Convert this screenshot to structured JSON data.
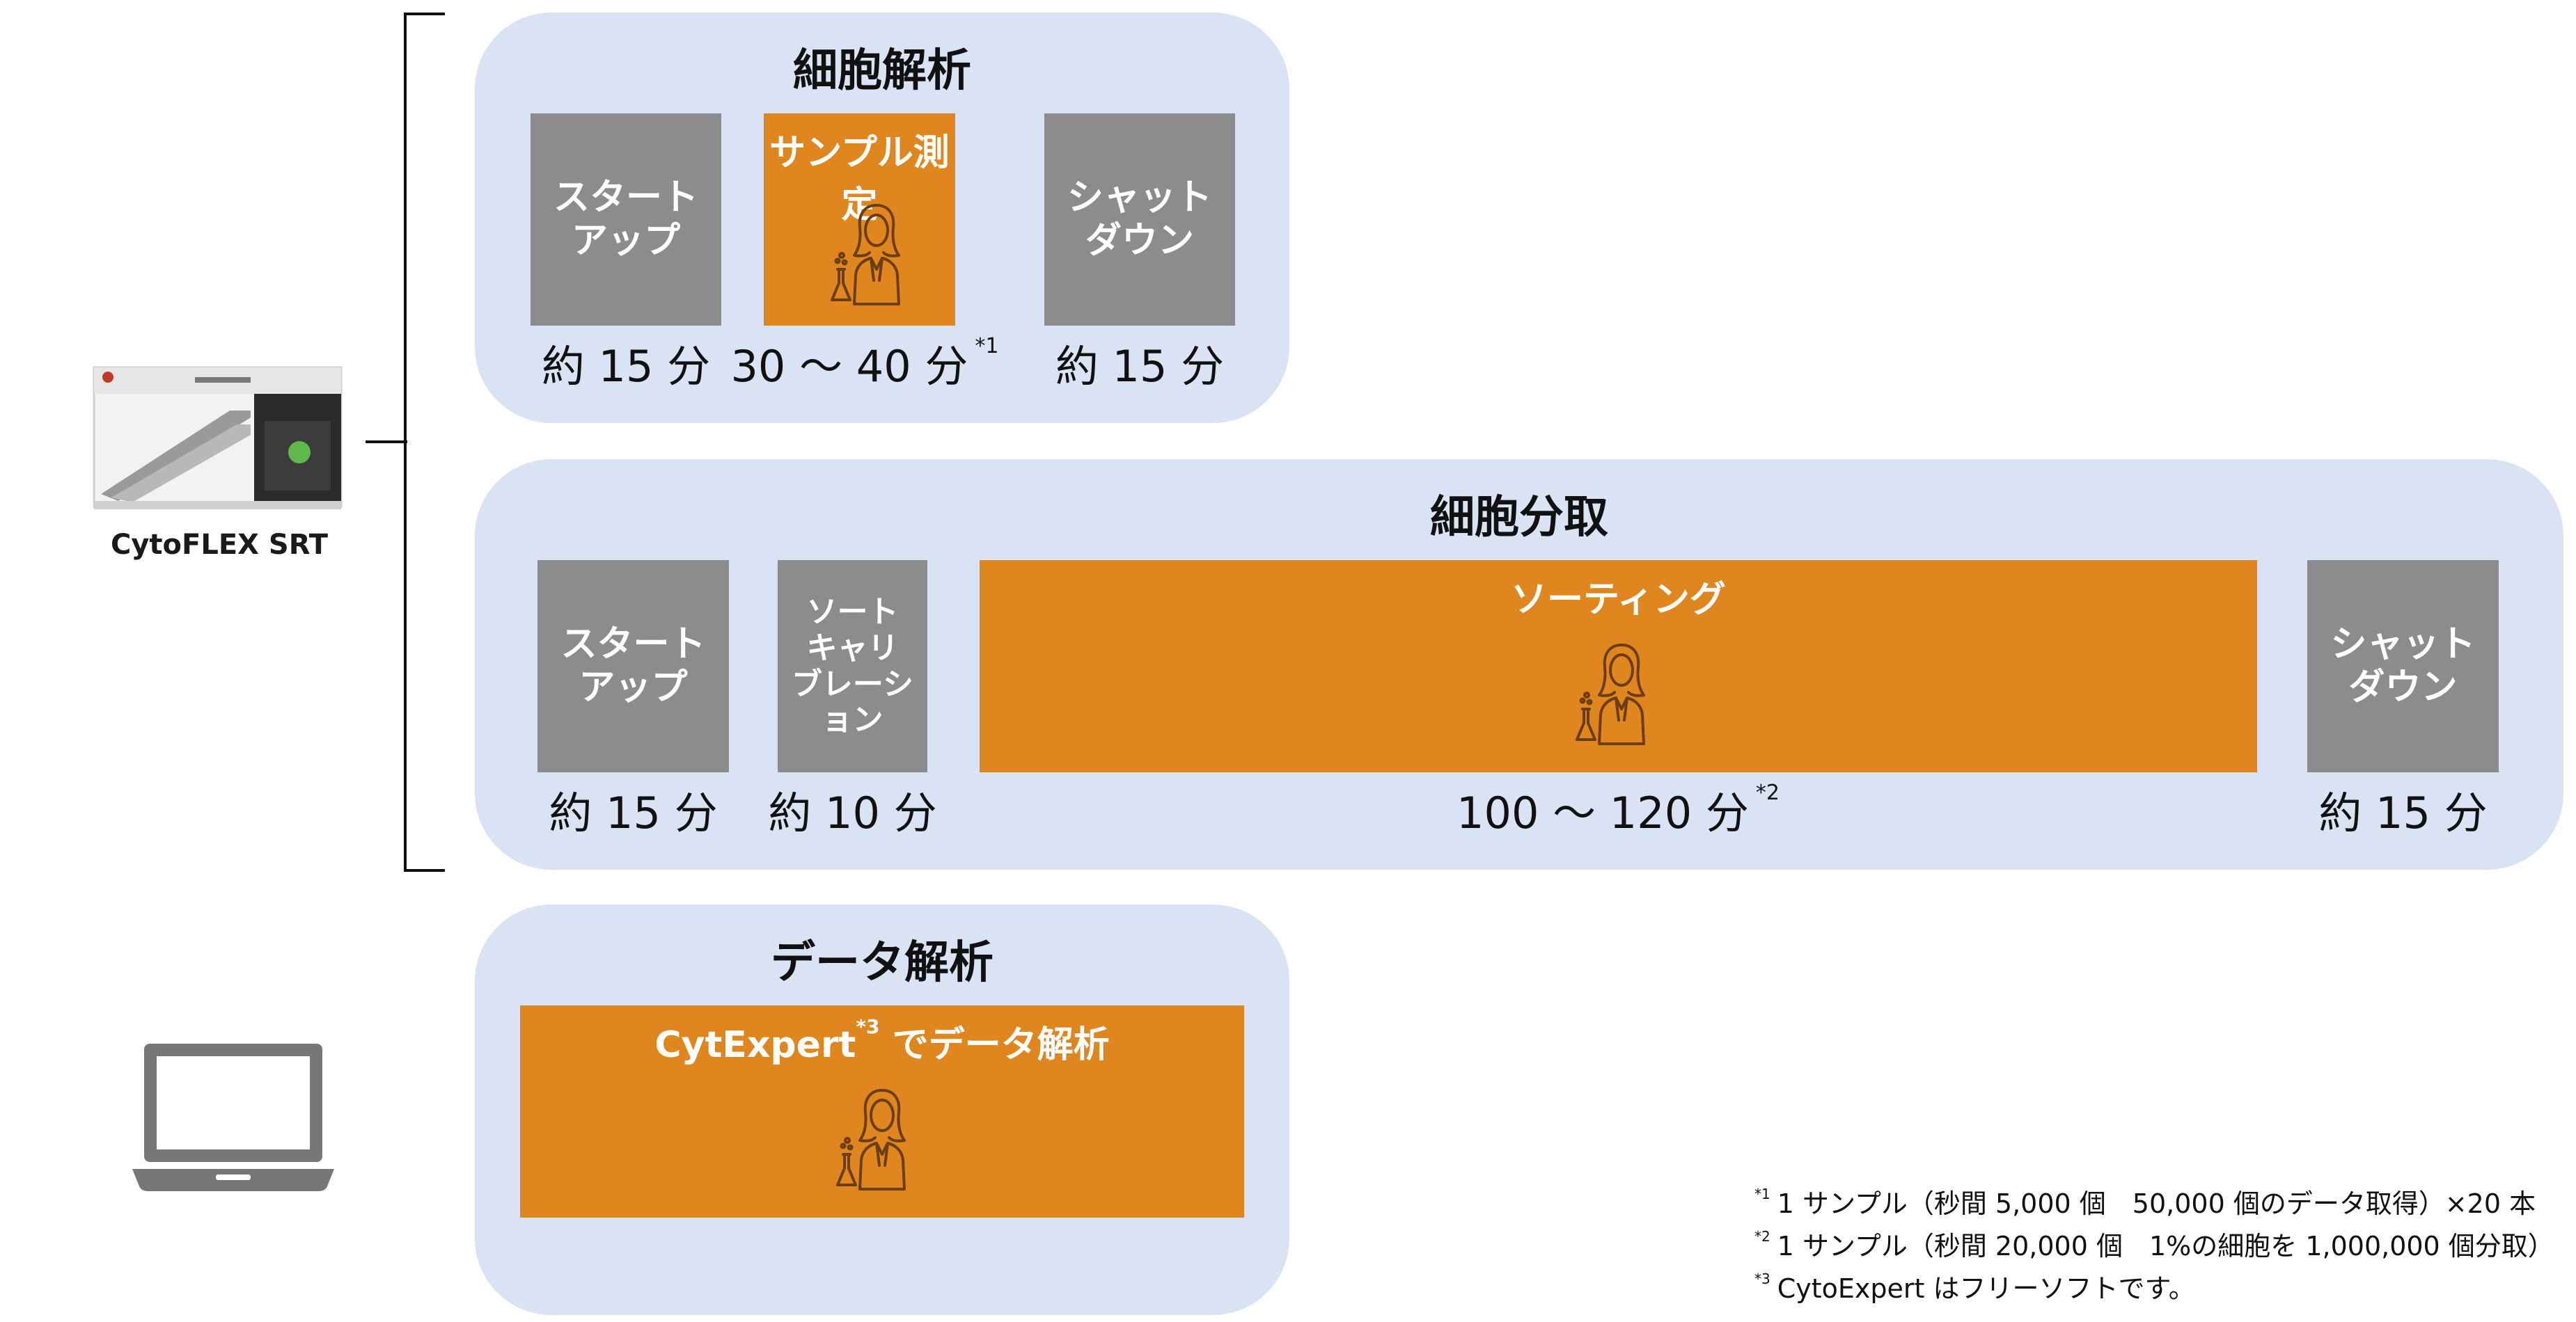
{
  "instrument": {
    "name": "CytoFLEX SRT",
    "icon": "flow-cytometer-instrument-image"
  },
  "computer_icon": "laptop-icon",
  "colors": {
    "panel": "#d9e3f3",
    "step_gray": "#8c8c8c",
    "step_orange": "#e0861e"
  },
  "cell_analysis": {
    "title": "細胞解析",
    "steps": [
      {
        "label": "スタート\nアップ",
        "duration": "約 15 分",
        "note": ""
      },
      {
        "label": "サンプル測定",
        "duration": "30 〜 40 分",
        "note": "*1",
        "icon": "scientist-icon"
      },
      {
        "label": "シャット\nダウン",
        "duration": "約 15 分",
        "note": ""
      }
    ]
  },
  "cell_sorting": {
    "title": "細胞分取",
    "steps": [
      {
        "label": "スタート\nアップ",
        "duration": "約 15 分",
        "note": ""
      },
      {
        "label": "ソート\nキャリ\nブレーション",
        "duration": "約 10 分",
        "note": ""
      },
      {
        "label": "ソーティング",
        "duration": "100 〜 120 分",
        "note": "*2",
        "icon": "scientist-icon"
      },
      {
        "label": "シャット\nダウン",
        "duration": "約 15 分",
        "note": ""
      }
    ]
  },
  "data_analysis": {
    "title": "データ解析",
    "step": {
      "label_prefix": "CytExpert",
      "label_sup": "*3",
      "label_suffix": " でデータ解析",
      "icon": "scientist-icon"
    }
  },
  "footnotes": [
    {
      "mark": "*1",
      "text": "1 サンプル（秒間 5,000 個　50,000 個のデータ取得）×20 本"
    },
    {
      "mark": "*2",
      "text": "1 サンプル（秒間 20,000 個　1%の細胞を 1,000,000 個分取）"
    },
    {
      "mark": "*3",
      "text": "CytoExpert はフリーソフトです。"
    }
  ]
}
